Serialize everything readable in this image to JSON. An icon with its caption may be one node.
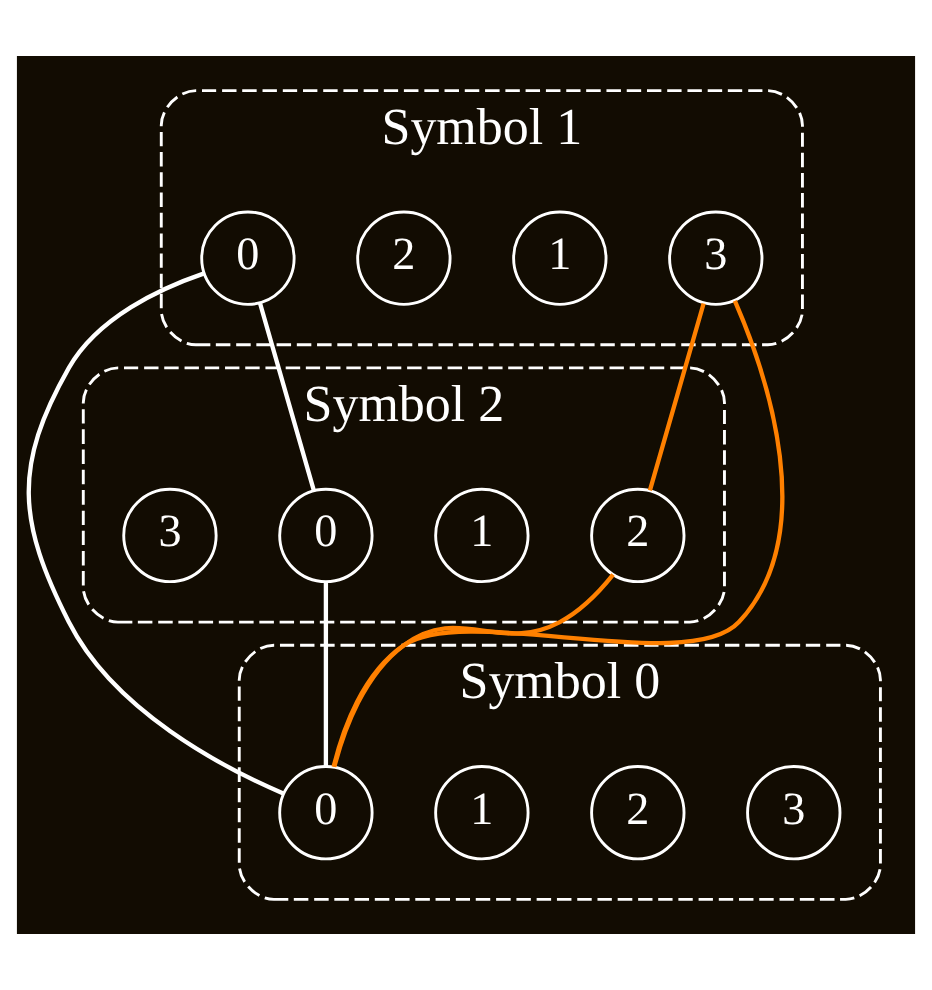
{
  "diagram": {
    "nodes": [
      {
        "text": [
          "Symbol 1"
        ]
      },
      {
        "text": [
          "0"
        ],
        "in": 0
      },
      {
        "text": [
          "1"
        ],
        "in": 0
      },
      {
        "text": [
          "2"
        ],
        "in": 0
      },
      {
        "text": [
          "3"
        ],
        "in": 0
      },
      {
        "text": [
          "Symbol 0"
        ]
      },
      {
        "text": [
          "3"
        ],
        "in": 5
      },
      {
        "text": [
          "2"
        ],
        "in": 5
      },
      {
        "text": [
          "1"
        ],
        "in": 5
      },
      {
        "text": [
          "0"
        ],
        "in": 5
      },
      {
        "text": [
          "Symbol 2"
        ]
      },
      {
        "text": [
          "0"
        ],
        "in": 10
      },
      {
        "text": [
          "1"
        ],
        "in": 10
      },
      {
        "text": [
          "2"
        ],
        "in": 10
      },
      {
        "text": [
          "3"
        ],
        "in": 10
      }
    ],
    "edges": [
      {
        "from": 1,
        "to": 11,
        "arrow": "none"
      },
      {
        "from": 1,
        "to": 9,
        "arrow": "none"
      },
      {
        "from": 11,
        "to": 9,
        "arrow": "none"
      },
      {
        "from": 4,
        "to": 9,
        "arrow": "none",
        "color": "#ff8000"
      },
      {
        "from": 4,
        "to": 13,
        "arrow": "none",
        "color": "#ff8000"
      },
      {
        "from": 13,
        "to": 9,
        "arrow": "none",
        "color": "#ff8000"
      }
    ]
  }
}
